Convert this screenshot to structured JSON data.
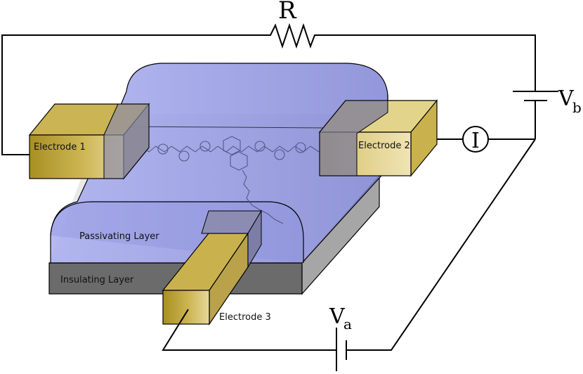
{
  "labels": {
    "resistor": "R",
    "bias_voltage_main": "V",
    "bias_voltage_sub": "b",
    "ammeter": "I",
    "gate_voltage_main": "V",
    "gate_voltage_sub": "a",
    "electrode_1": "Electrode 1",
    "electrode_2": "Electrode 2",
    "electrode_3": "Electrode 3",
    "passivating_layer": "Passivating Layer",
    "insulating_layer": "Insulating Layer"
  },
  "colors": {
    "passivating_layer": "#8f95dd",
    "insulating_front": "#6b6b6b",
    "insulating_side": "#a6a6a6",
    "electrode_gold": "#c4a83a",
    "electrode_gold_light": "#e3d48c",
    "electrode_gold_dark": "#a88f22",
    "wire": "#000000"
  }
}
